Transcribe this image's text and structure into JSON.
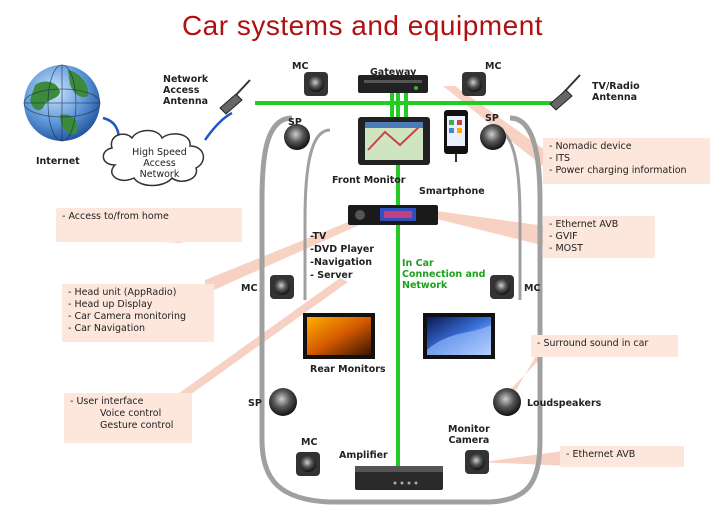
{
  "title": "Car systems and equipment",
  "labels": {
    "network_access_antenna": "Network\nAccess\nAntenna",
    "tv_radio_antenna": "TV/Radio\nAntenna",
    "internet": "Internet",
    "high_speed_network": "High Speed\nAccess Network",
    "gateway": "Gateway",
    "front_monitor": "Front Monitor",
    "smartphone": "Smartphone",
    "rear_monitors": "Rear Monitors",
    "in_car_network": "In Car\nConnection and\nNetwork",
    "loudspeakers": "Loudspeakers",
    "amplifier": "Amplifier",
    "monitor_camera": "Monitor\nCamera",
    "mc": "MC",
    "sp": "SP",
    "media_list": [
      "TV",
      "DVD Player",
      "Navigation",
      "Server"
    ]
  },
  "notes": {
    "access_home": [
      "Access to/from home"
    ],
    "nomadic": [
      "Nomadic device",
      "ITS",
      "Power charging information"
    ],
    "ethernet_group": [
      "Ethernet AVB",
      "GVIF",
      "MOST"
    ],
    "head_unit": [
      "Head unit (AppRadio)",
      "Head up Display",
      "Car Camera monitoring",
      "Car Navigation"
    ],
    "surround": [
      "Surround sound in car"
    ],
    "user_interface": {
      "main": "User interface",
      "subs": [
        "Voice control",
        "Gesture control"
      ]
    },
    "ethernet_avb_bottom": [
      "Ethernet AVB"
    ]
  },
  "colors": {
    "title": "#b01010",
    "network_line": "#22cc22",
    "callout": "#fde7dc",
    "car_outline": "#9a9a9a",
    "link": "#2255cc"
  }
}
